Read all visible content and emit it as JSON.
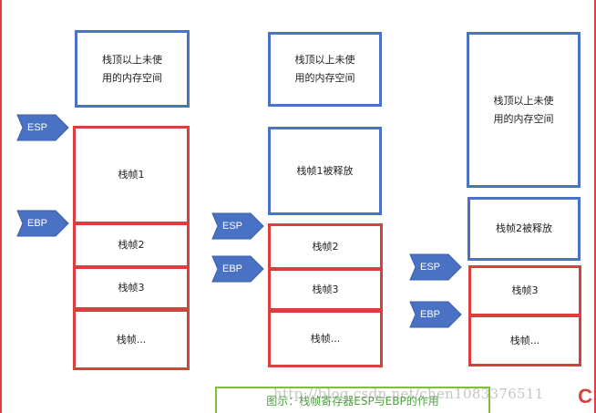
{
  "stage1": {
    "unused": "栈顶以上未使\n用的内存空间",
    "frame1": "栈帧1",
    "frame2": "栈帧2",
    "frame3": "栈帧3",
    "frame_more": "栈帧...",
    "esp": "ESP",
    "ebp": "EBP"
  },
  "stage2": {
    "unused": "栈顶以上未使\n用的内存空间",
    "frame1_released": "栈帧1被释放",
    "frame2": "栈帧2",
    "frame3": "栈帧3",
    "frame_more": "栈帧...",
    "esp": "ESP",
    "ebp": "EBP"
  },
  "stage3": {
    "unused": "栈顶以上未使\n用的内存空间",
    "frame2_released": "栈帧2被释放",
    "frame3": "栈帧3",
    "frame_more": "栈帧...",
    "esp": "ESP",
    "ebp": "EBP"
  },
  "caption": "图示：栈帧寄存器ESP与EBP的作用",
  "watermark": "http://blog.csdn.net/chen1083376511",
  "colors": {
    "memory_box_border": "#4a72c4",
    "frame_box_border": "#d9403d",
    "arrow_fill": "#4a72c4",
    "caption_border": "#7fbf3f",
    "caption_text": "#4aa33b"
  }
}
